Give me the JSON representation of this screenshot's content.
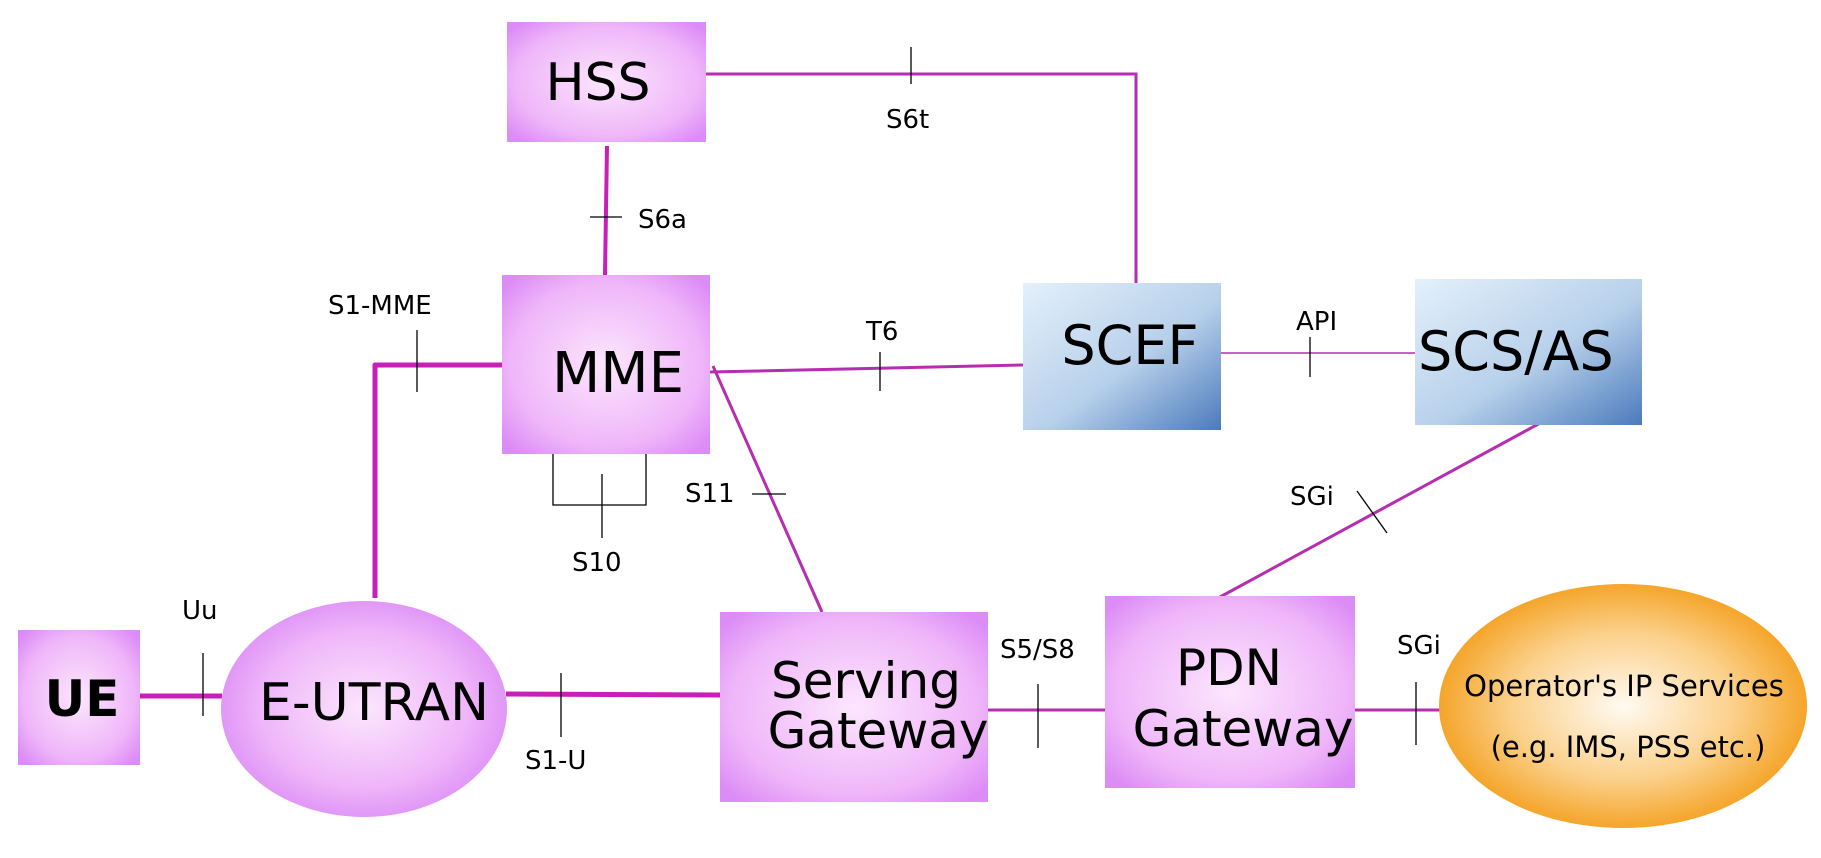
{
  "diagram": {
    "type": "EPS network architecture with SCEF",
    "colors": {
      "line": "#b62db0",
      "line_thick": "#c81fb8",
      "tick": "#000000",
      "pink_box_edge": "#dc8cf6",
      "pink_box_center": "#fce6fd",
      "blue_box_light": "#e4f0fb",
      "blue_box_dark": "#4b7bbc",
      "orange_edge": "#f39a12",
      "orange_center": "#fffaf2"
    },
    "nodes": {
      "hss": "HSS",
      "mme": "MME",
      "scef": "SCEF",
      "scs_as": "SCS/AS",
      "ue": "UE",
      "e_utran": "E-UTRAN",
      "serving_gw_line1": "Serving",
      "serving_gw_line2": "Gateway",
      "pdn_gw_line1": "PDN",
      "pdn_gw_line2": "Gateway",
      "operator_line1": "Operator's IP Services",
      "operator_line2": "(e.g. IMS, PSS etc.)"
    },
    "interfaces": {
      "s6t": "S6t",
      "s6a": "S6a",
      "s1_mme": "S1-MME",
      "t6": "T6",
      "api": "API",
      "s10": "S10",
      "s11": "S11",
      "sgi_scs": "SGi",
      "uu": "Uu",
      "s1_u": "S1-U",
      "s5_s8": "S5/S8",
      "sgi_operator": "SGi"
    },
    "connections": [
      {
        "from": "HSS",
        "to": "SCEF",
        "interface": "S6t"
      },
      {
        "from": "HSS",
        "to": "MME",
        "interface": "S6a"
      },
      {
        "from": "E-UTRAN",
        "to": "MME",
        "interface": "S1-MME"
      },
      {
        "from": "MME",
        "to": "SCEF",
        "interface": "T6"
      },
      {
        "from": "SCEF",
        "to": "SCS/AS",
        "interface": "API"
      },
      {
        "from": "MME",
        "to": "MME",
        "interface": "S10"
      },
      {
        "from": "MME",
        "to": "Serving Gateway",
        "interface": "S11"
      },
      {
        "from": "SCS/AS",
        "to": "PDN Gateway",
        "interface": "SGi"
      },
      {
        "from": "UE",
        "to": "E-UTRAN",
        "interface": "Uu"
      },
      {
        "from": "E-UTRAN",
        "to": "Serving Gateway",
        "interface": "S1-U"
      },
      {
        "from": "Serving Gateway",
        "to": "PDN Gateway",
        "interface": "S5/S8"
      },
      {
        "from": "PDN Gateway",
        "to": "Operator's IP Services",
        "interface": "SGi"
      }
    ]
  }
}
